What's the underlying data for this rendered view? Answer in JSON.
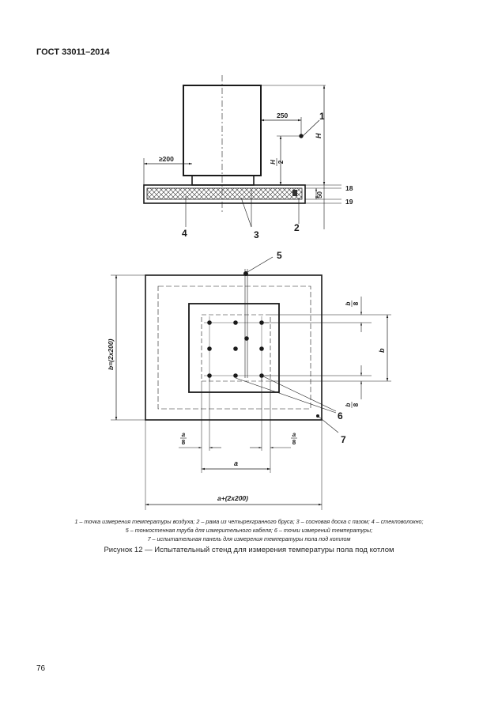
{
  "header": {
    "standard": "ГОСТ 33011–2014"
  },
  "drawing": {
    "labels": {
      "n1": "1",
      "n2": "2",
      "n3": "3",
      "n4": "4",
      "n5": "5",
      "n6": "6",
      "n7": "7",
      "dim_250": "250",
      "dim_200": "≥200",
      "dim_H": "H",
      "dim_H2_num": "H",
      "dim_H2_den": "2",
      "dim_18": "18",
      "dim_19": "19",
      "dim_50": "50",
      "dim_b_side": "b=(2x200)",
      "dim_a_bottom": "a+(2x200)",
      "dim_b8_num": "b",
      "dim_b8_den": "8",
      "dim_b": "b",
      "dim_a8_num": "a",
      "dim_a8_den": "8",
      "dim_a": "a"
    }
  },
  "legend": {
    "line1": "1 – точка измерения температуры воздуха; 2 – рама из четырехгранного бруса; 3 – сосновая доска с пазом; 4 – стекловолокно;",
    "line2": "5 – тонкостенная труба для измерительного кабеля; 6 – точки измерений температуры;",
    "line3": "7 – испытательная панель для измерения температуры пола под котлом"
  },
  "caption": "Рисунок 12 — Испытательный стенд для измерения температуры пола под котлом",
  "page_number": "76"
}
